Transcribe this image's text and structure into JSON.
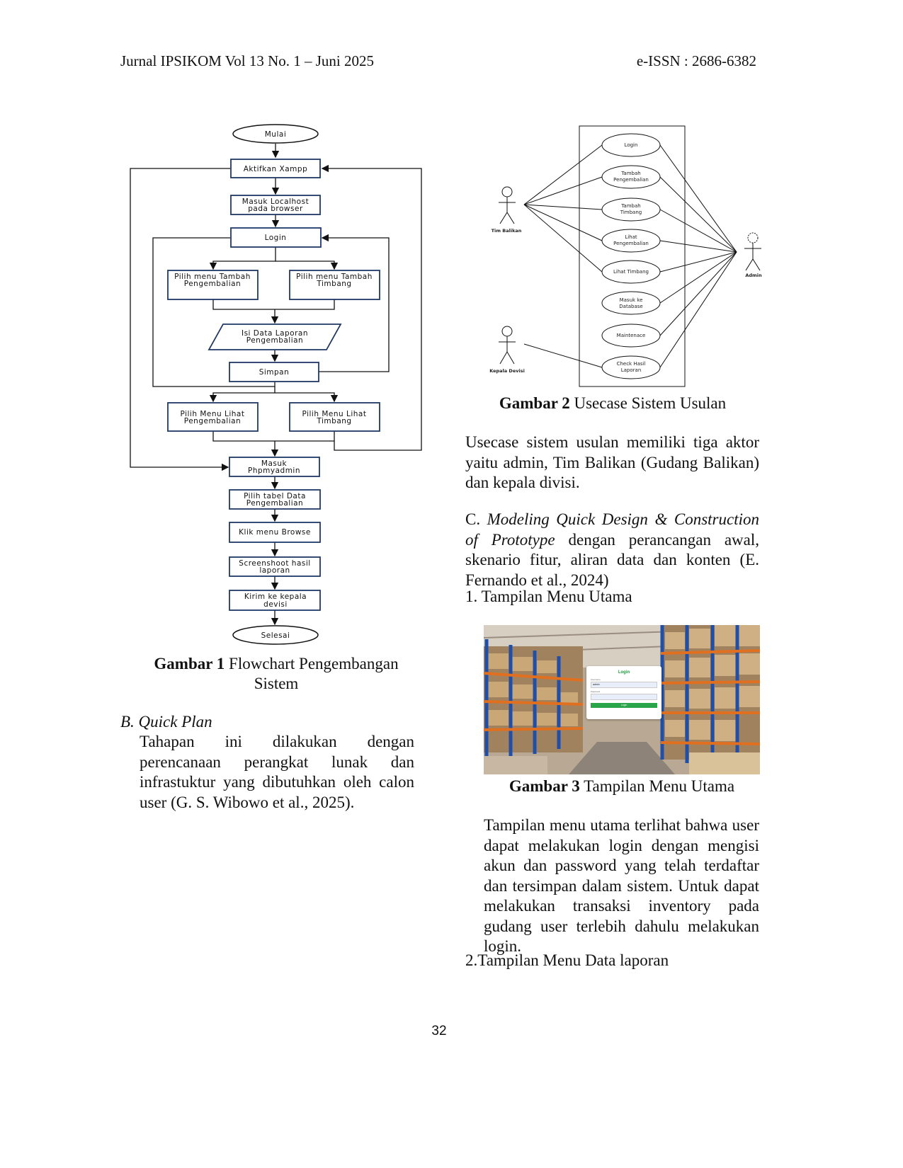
{
  "header": {
    "journal": "Jurnal IPSIKOM Vol 13 No. 1 – Juni 2025",
    "issn": "e-ISSN : 2686-6382"
  },
  "flowchart": {
    "start": "Mulai",
    "step_xampp": "Aktifkan Xampp",
    "step_localhost": [
      "Masuk Localhost",
      "pada browser"
    ],
    "step_login": "Login",
    "step_menu_pengembalian": [
      "Pilih menu Tambah",
      "Pengembalian"
    ],
    "step_menu_timbang": [
      "Pilih menu Tambah",
      "Timbang"
    ],
    "step_isi_data": [
      "Isi Data Laporan",
      "Pengembalian"
    ],
    "step_simpan": "Simpan",
    "step_lihat_pengembalian": [
      "Pilih Menu Lihat",
      "Pengembalian"
    ],
    "step_lihat_timbang": [
      "Pilih Menu Lihat",
      "Timbang"
    ],
    "step_phpmyadmin": [
      "Masuk",
      "Phpmyadmin"
    ],
    "step_tabel": [
      "Pilih tabel Data",
      "Pengembalian"
    ],
    "step_browse": "Klik menu Browse",
    "step_screenshot": [
      "Screenshoot hasil",
      "laporan"
    ],
    "step_kirim": [
      "Kirim ke kepala",
      "devisi"
    ],
    "end": "Selesai"
  },
  "usecase": {
    "actors": {
      "tim": "Tim Balikan",
      "kepala": "Kepala Devisi",
      "admin": "Admin"
    },
    "cases": [
      [
        "Login"
      ],
      [
        "Tambah",
        "Pengembalian"
      ],
      [
        "Tambah",
        "Timbang"
      ],
      [
        "Lihat",
        "Pengembalian"
      ],
      [
        "Lihat Timbang"
      ],
      [
        "Masuk ke",
        "Database"
      ],
      [
        "Maintenace"
      ],
      [
        "Check Hasil",
        "Laporan"
      ]
    ]
  },
  "login_screenshot": {
    "title": "Login",
    "username_label": "Username",
    "username_value": "admin",
    "password_label": "Password",
    "button": "Login"
  },
  "captions": {
    "fig1_label": "Gambar 1",
    "fig1_text": "Flowchart Pengembangan",
    "fig1_text2": "Sistem",
    "fig2_label": "Gambar 2",
    "fig2_text": "Usecase Sistem Usulan",
    "fig3_label": "Gambar 3",
    "fig3_text": "Tampilan Menu Utama"
  },
  "left": {
    "section_b": "B. Quick Plan",
    "section_b_body": "Tahapan ini dilakukan dengan perencanaan perangkat lunak dan infrastuktur yang dibutuhkan oleh calon user (G. S. Wibowo et al., 2025)."
  },
  "right": {
    "p_usecase": "Usecase sistem usulan memiliki tiga aktor yaitu admin, Tim Balikan (Gudang Balikan) dan kepala divisi.",
    "section_c_prefix": "C.",
    "section_c_italic": "Modeling Quick Design & Construction of Prototype",
    "section_c_rest": "dengan perancangan awal, skenario fitur, aliran data dan konten (E. Fernando et al., 2024)",
    "item1": "1.  Tampilan Menu Utama",
    "p_menu": "Tampilan menu utama terlihat bahwa user dapat melakukan login dengan mengisi akun dan password yang telah terdaftar dan tersimpan dalam sistem. Untuk dapat melakukan transaksi inventory pada gudang user terlebih dahulu melakukan login.",
    "item2": "2.Tampilan Menu Data laporan"
  },
  "page_number": "32"
}
